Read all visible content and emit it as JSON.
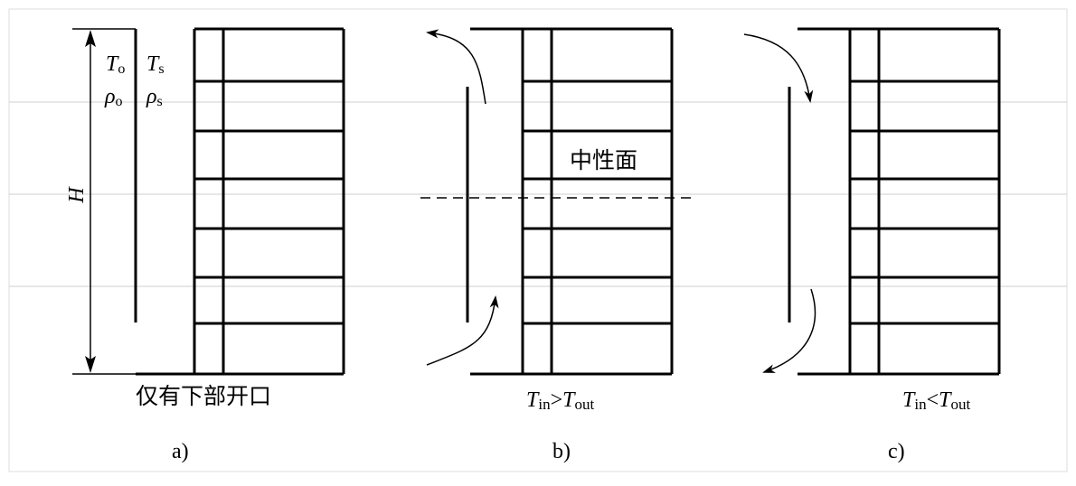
{
  "panel_a": {
    "t_outside_sym": "T",
    "t_outside_sub": "o",
    "t_shaft_sym": "T",
    "t_shaft_sub": "s",
    "rho_outside_sym": "ρ",
    "rho_outside_sub": "o",
    "rho_shaft_sym": "ρ",
    "rho_shaft_sub": "s",
    "height_label": "H",
    "caption": "仅有下部开口",
    "letter": "a)"
  },
  "panel_b": {
    "neutral_plane_label": "中性面",
    "cond_t1": "T",
    "cond_sub1": "in",
    "cond_op": ">",
    "cond_t2": "T",
    "cond_sub2": "out",
    "letter": "b)"
  },
  "panel_c": {
    "cond_t1": "T",
    "cond_sub1": "in",
    "cond_op": "<",
    "cond_t2": "T",
    "cond_sub2": "out",
    "letter": "c)"
  }
}
